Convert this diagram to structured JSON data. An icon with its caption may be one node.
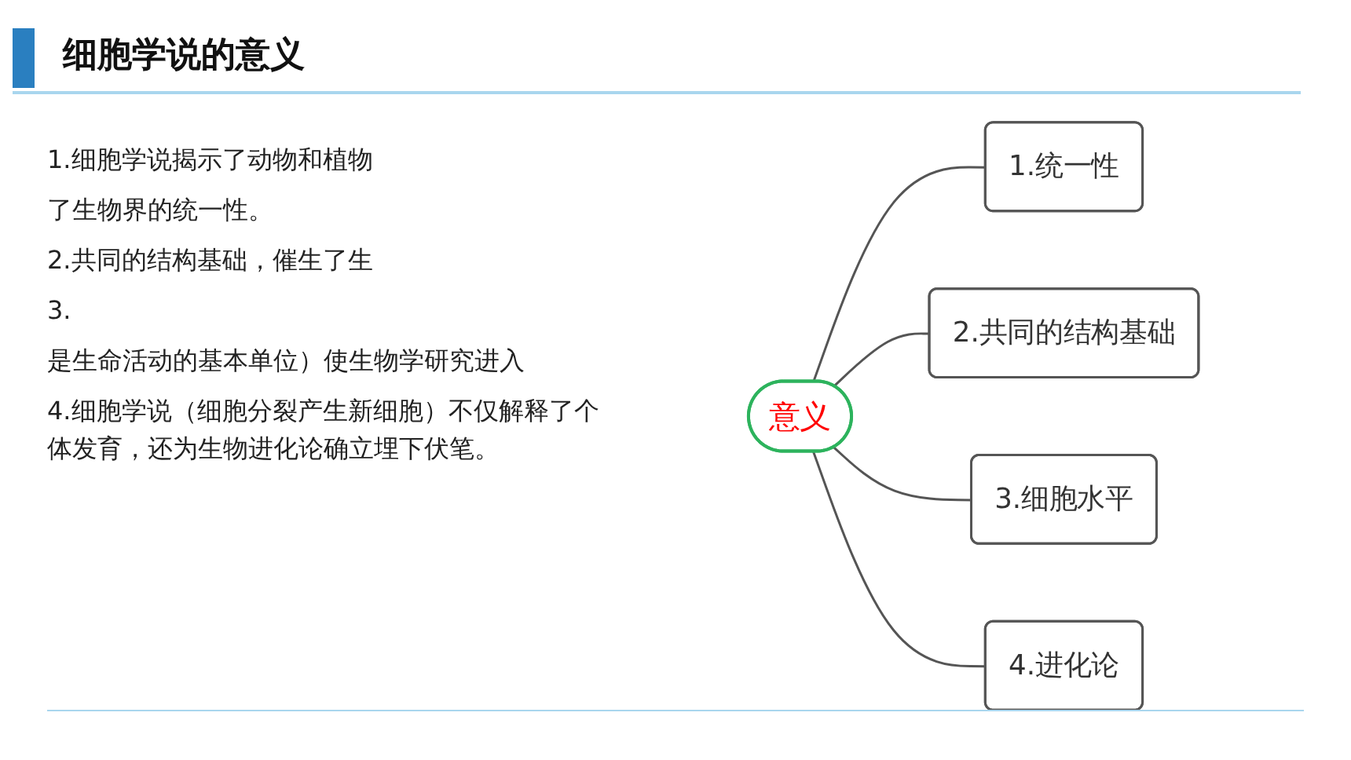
{
  "diagram": {
    "title": "细胞学说的意义",
    "nodes": [
      {
        "text": [
          "意义"
        ]
      },
      {
        "text": [
          "1.统一性"
        ]
      },
      {
        "text": [
          "2.共同的结构基础"
        ]
      },
      {
        "text": [
          "3.细胞水平"
        ]
      },
      {
        "text": [
          "4.进化论"
        ]
      }
    ],
    "edges": [
      {
        "from": 0,
        "to": 1,
        "arrow": "none"
      },
      {
        "from": 0,
        "to": 2,
        "arrow": "none"
      },
      {
        "from": 0,
        "to": 3,
        "arrow": "none"
      },
      {
        "from": 0,
        "to": 4,
        "arrow": "none"
      }
    ],
    "labels": [
      "1.细胞学说揭示了动物和植物",
      "了生物界的统一性。",
      "2.共同的结构基础，催生了生",
      "3.",
      "是生命活动的基本单位）使生物学研究进入",
      "4.细胞学说（细胞分裂产生新细胞）不仅解释了个体发育，还为生物进化论确立埋下伏笔。"
    ]
  }
}
